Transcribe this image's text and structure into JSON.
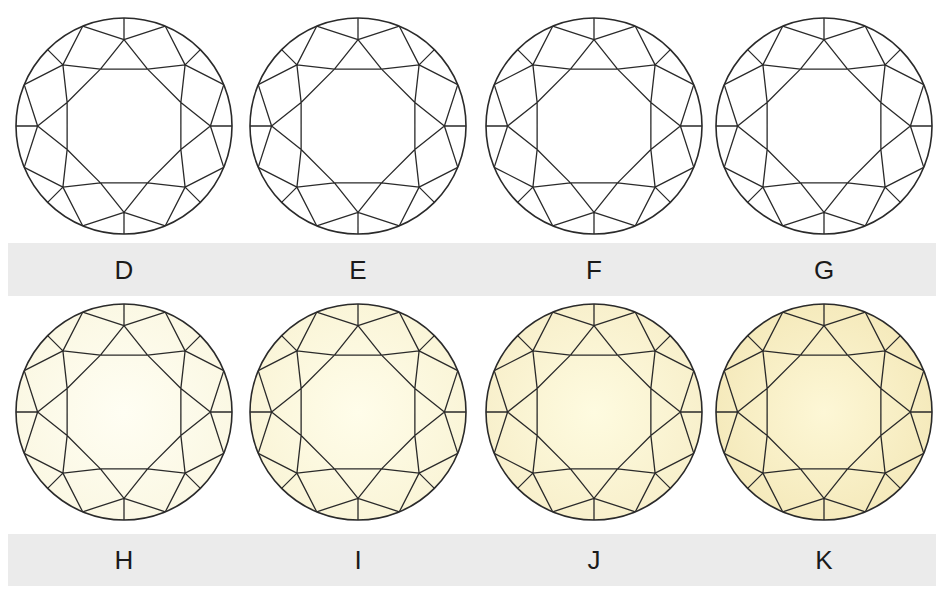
{
  "diagram": {
    "labels": [
      "D",
      "E",
      "F",
      "G",
      "H",
      "I",
      "J",
      "K"
    ]
  }
}
